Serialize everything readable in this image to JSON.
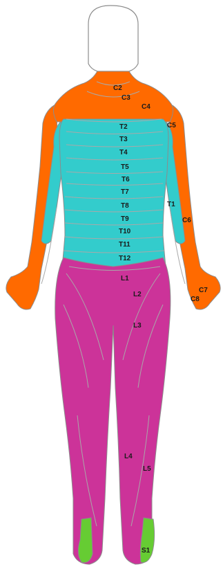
{
  "colors": {
    "cervical": "#ff6a00",
    "thoracic": "#33cccc",
    "lumbar": "#cc3399",
    "sacral": "#66cc33",
    "outline": "#8c8c8c",
    "head": "#ffffff",
    "lines": "#a9a9a9"
  },
  "labels": {
    "c2": "C2",
    "c3": "C3",
    "c4": "C4",
    "c5": "C5",
    "c6": "C6",
    "c7": "C7",
    "c8": "C8",
    "t1": "T1",
    "t2": "T2",
    "t3": "T3",
    "t4": "T4",
    "t5": "T5",
    "t6": "T6",
    "t7": "T7",
    "t8": "T8",
    "t9": "T9",
    "t10": "T10",
    "t11": "T11",
    "t12": "T12",
    "l1": "L1",
    "l2": "L2",
    "l3": "L3",
    "l4": "L4",
    "l5": "L5",
    "s1": "S1"
  }
}
